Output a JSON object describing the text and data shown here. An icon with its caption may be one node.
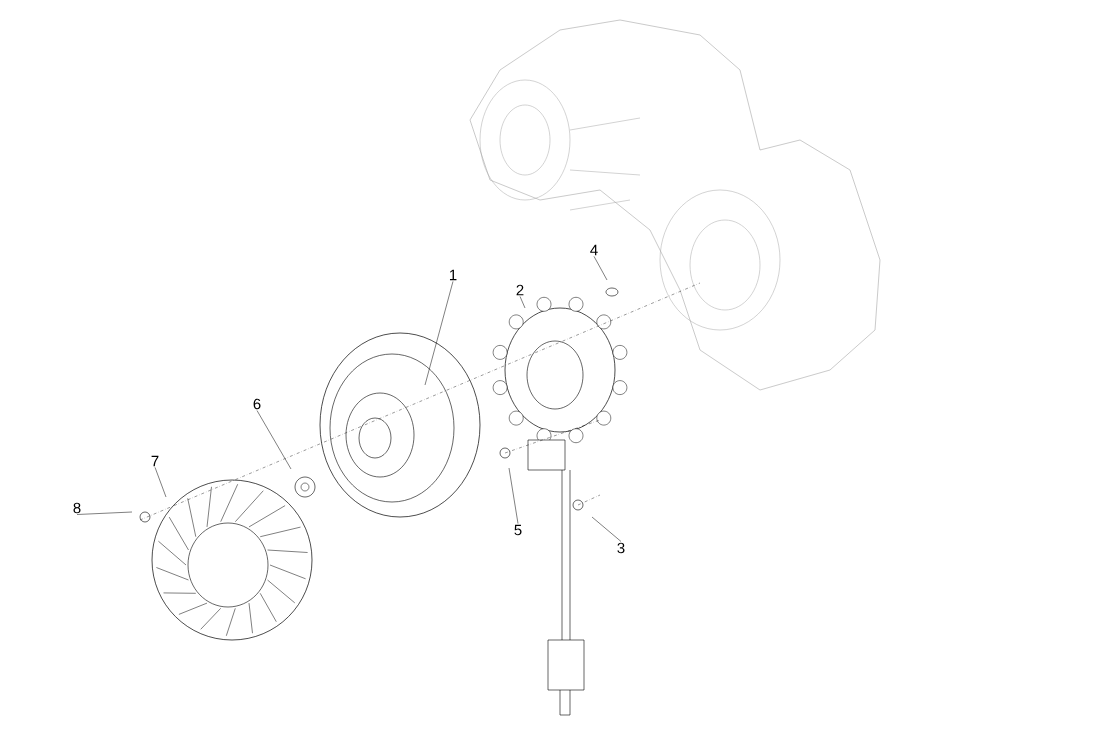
{
  "diagram": {
    "nodes": [
      {
        "text": [
          "4"
        ]
      },
      {
        "text": [
          "1"
        ]
      },
      {
        "text": [
          "2"
        ]
      },
      {
        "text": [
          "6"
        ]
      },
      {
        "text": [
          "7"
        ]
      },
      {
        "text": [
          "8"
        ]
      },
      {
        "text": [
          "5"
        ]
      },
      {
        "text": [
          "3"
        ]
      }
    ],
    "edges": [
      {
        "from": 0,
        "to": null,
        "arrow": "none"
      },
      {
        "from": 1,
        "to": null,
        "arrow": "none"
      },
      {
        "from": 2,
        "to": null,
        "arrow": "none"
      },
      {
        "from": 3,
        "to": null,
        "arrow": "none"
      },
      {
        "from": 4,
        "to": null,
        "arrow": "none"
      },
      {
        "from": 5,
        "to": null,
        "arrow": "none"
      },
      {
        "from": 6,
        "to": null,
        "arrow": "none"
      },
      {
        "from": 7,
        "to": null,
        "arrow": "none"
      }
    ]
  }
}
